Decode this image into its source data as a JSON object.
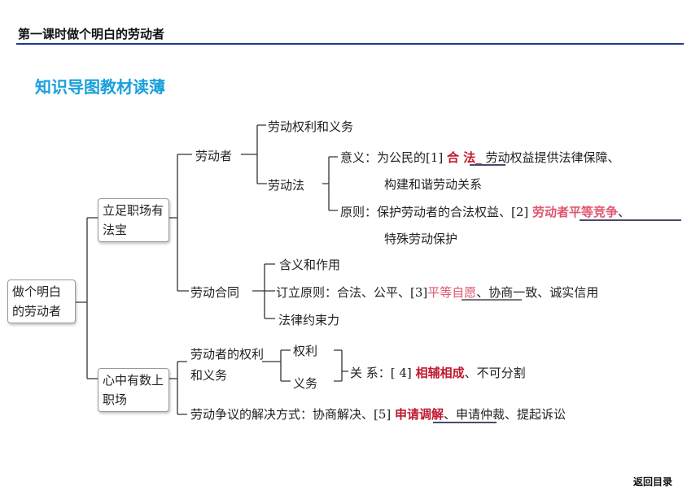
{
  "header": {
    "title": "第一课时做个明白的劳动者"
  },
  "section_title": "知识导图教材读薄",
  "mindmap": {
    "root": "做个明白的劳动者",
    "branch1": {
      "label": "立足职场有法宝",
      "laborer": "劳动者",
      "rights_duties": "劳动权利和义务",
      "labor_law": "劳动法",
      "meaning_line1": "意义：为公民的[1]",
      "answer1": "合 法",
      "meaning_line1_rest": "劳动权益提供法律保障、",
      "meaning_line2": "构建和谐劳动关系",
      "principle_line1": "原则：保护劳动者的合法权益、[2]",
      "answer2": "劳动者平等竞争",
      "principle_line1_rest": "、",
      "principle_line2": "特殊劳动保护",
      "contract": "劳动合同",
      "contract_meaning": "含义和作用",
      "contract_principle": "订立原则：合法、公平、[3]",
      "answer3": "平等自愿",
      "contract_principle_rest": "、协商一致、诚实信用",
      "contract_liability": "法律约束力"
    },
    "branch2": {
      "label": "心中有数上职场",
      "rights_and_duties": "劳动者的权利和义务",
      "rights": "权利",
      "duties": "义务",
      "relation": "关 系：[ 4]",
      "answer4": "相辅相成",
      "relation_rest": "、不可分割",
      "dispute": "劳动争议的解决方式：协商解决、[5]",
      "answer5": "申请调解",
      "dispute_rest": "、申请仲裁、提起诉讼"
    }
  },
  "footer": {
    "back_link": "返回目录"
  },
  "colors": {
    "title_blue": "#1aa0dc",
    "answer_red": "#c0182f",
    "answer_pink": "#e0556e",
    "rule_blue": "#1f3a8a"
  }
}
